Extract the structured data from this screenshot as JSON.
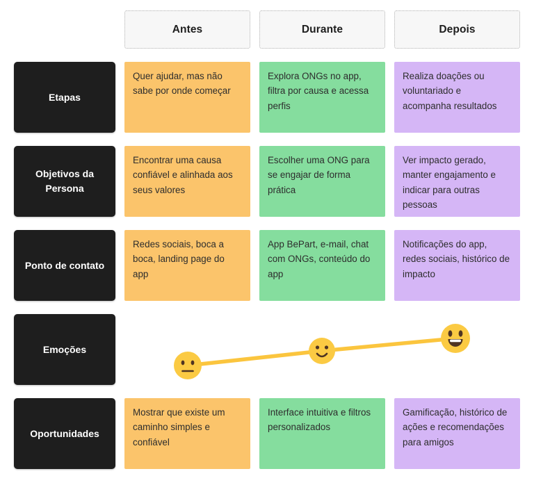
{
  "journey_map": {
    "columns": [
      "Antes",
      "Durante",
      "Depois"
    ],
    "rows": [
      {
        "label": "Etapas",
        "cells": [
          "Quer ajudar, mas não sabe por onde começar",
          "Explora ONGs no app, filtra por causa e acessa perfis",
          "Realiza doações ou voluntariado e acompanha resultados"
        ]
      },
      {
        "label": "Objetivos da Persona",
        "cells": [
          "Encontrar uma causa confiável e alinhada aos seus valores",
          "Escolher uma ONG para se engajar de forma prática",
          "Ver impacto gerado, manter engajamento e indicar para outras pessoas"
        ]
      },
      {
        "label": "Ponto de contato",
        "cells": [
          "Redes sociais, boca a boca, landing page do app",
          "App BePart, e-mail, chat com ONGs, conteúdo do app",
          "Notificações do app, redes sociais, histórico de impacto"
        ]
      },
      {
        "label": "Emoções",
        "emotions": [
          {
            "column": "Antes",
            "mood": "neutral-face"
          },
          {
            "column": "Durante",
            "mood": "slightly-smiling-face"
          },
          {
            "column": "Depois",
            "mood": "grinning-face"
          }
        ],
        "trend": "ascending"
      },
      {
        "label": "Oportunidades",
        "cells": [
          "Mostrar que existe um caminho simples e confiável",
          "Interface intuitiva e filtros personalizados",
          "Gamificação, histórico de ações e recomendações para amigos"
        ]
      }
    ],
    "colors": {
      "antes": "#fbc46b",
      "durante": "#85dd9e",
      "depois": "#d5b6f6",
      "row_label_bg": "#1e1e1e",
      "header_bg": "#f7f7f7",
      "emotion_line": "#fbc53e",
      "emoji_fill": "#fbca43",
      "emoji_features": "#4f3422"
    }
  }
}
